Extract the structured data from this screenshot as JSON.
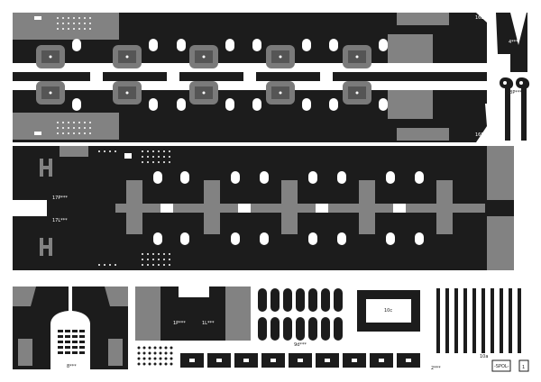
{
  "sheet": {
    "part_labels": {
      "p16_upper": "16L***",
      "p16_lower": "16P***",
      "p4": "4***",
      "p18": "18P***",
      "p17": "17P***",
      "p17l": "17L***",
      "p1p": "1P***",
      "p1l": "1L***",
      "p1p_b": "1P***",
      "p1l_b": "1L***",
      "p8": "8***",
      "p9": "9d***",
      "p10c": "10c",
      "p10a": "10a",
      "p2": "2***"
    },
    "page_number": "1",
    "brand": "-SPOL-"
  },
  "colors": {
    "part": "#1c1c1c",
    "panel": "#828282",
    "window": "#ffffff",
    "sheet": "#ffffff"
  }
}
